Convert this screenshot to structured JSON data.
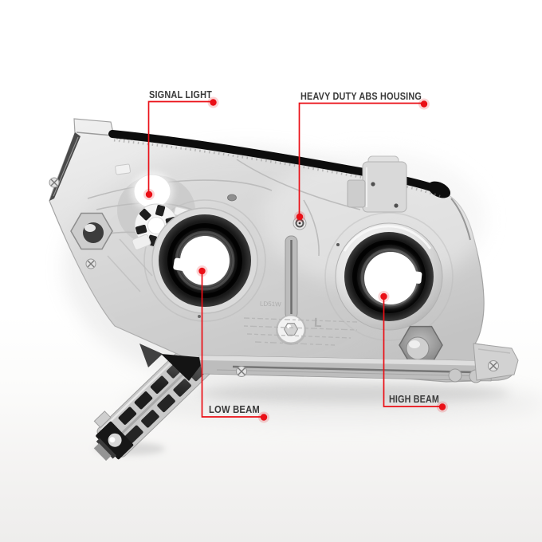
{
  "image": {
    "subject": "Rear view of a vehicle headlight assembly with red feature callouts",
    "background_color": "#ffffff"
  },
  "callouts": {
    "signal_light": {
      "label": "SIGNAL LIGHT"
    },
    "abs_housing": {
      "label": "HEAVY DUTY ABS HOUSING"
    },
    "low_beam": {
      "label": "LOW BEAM"
    },
    "high_beam": {
      "label": "HIGH BEAM"
    }
  },
  "product": {
    "molded_marks": {
      "letter": "L",
      "code": "LD51W"
    }
  },
  "colors": {
    "callout_red": "#ea0f16",
    "label_text": "#3a3a3a",
    "gasket_black": "#0d0d0d",
    "housing_gray": "#d9d9d9"
  }
}
